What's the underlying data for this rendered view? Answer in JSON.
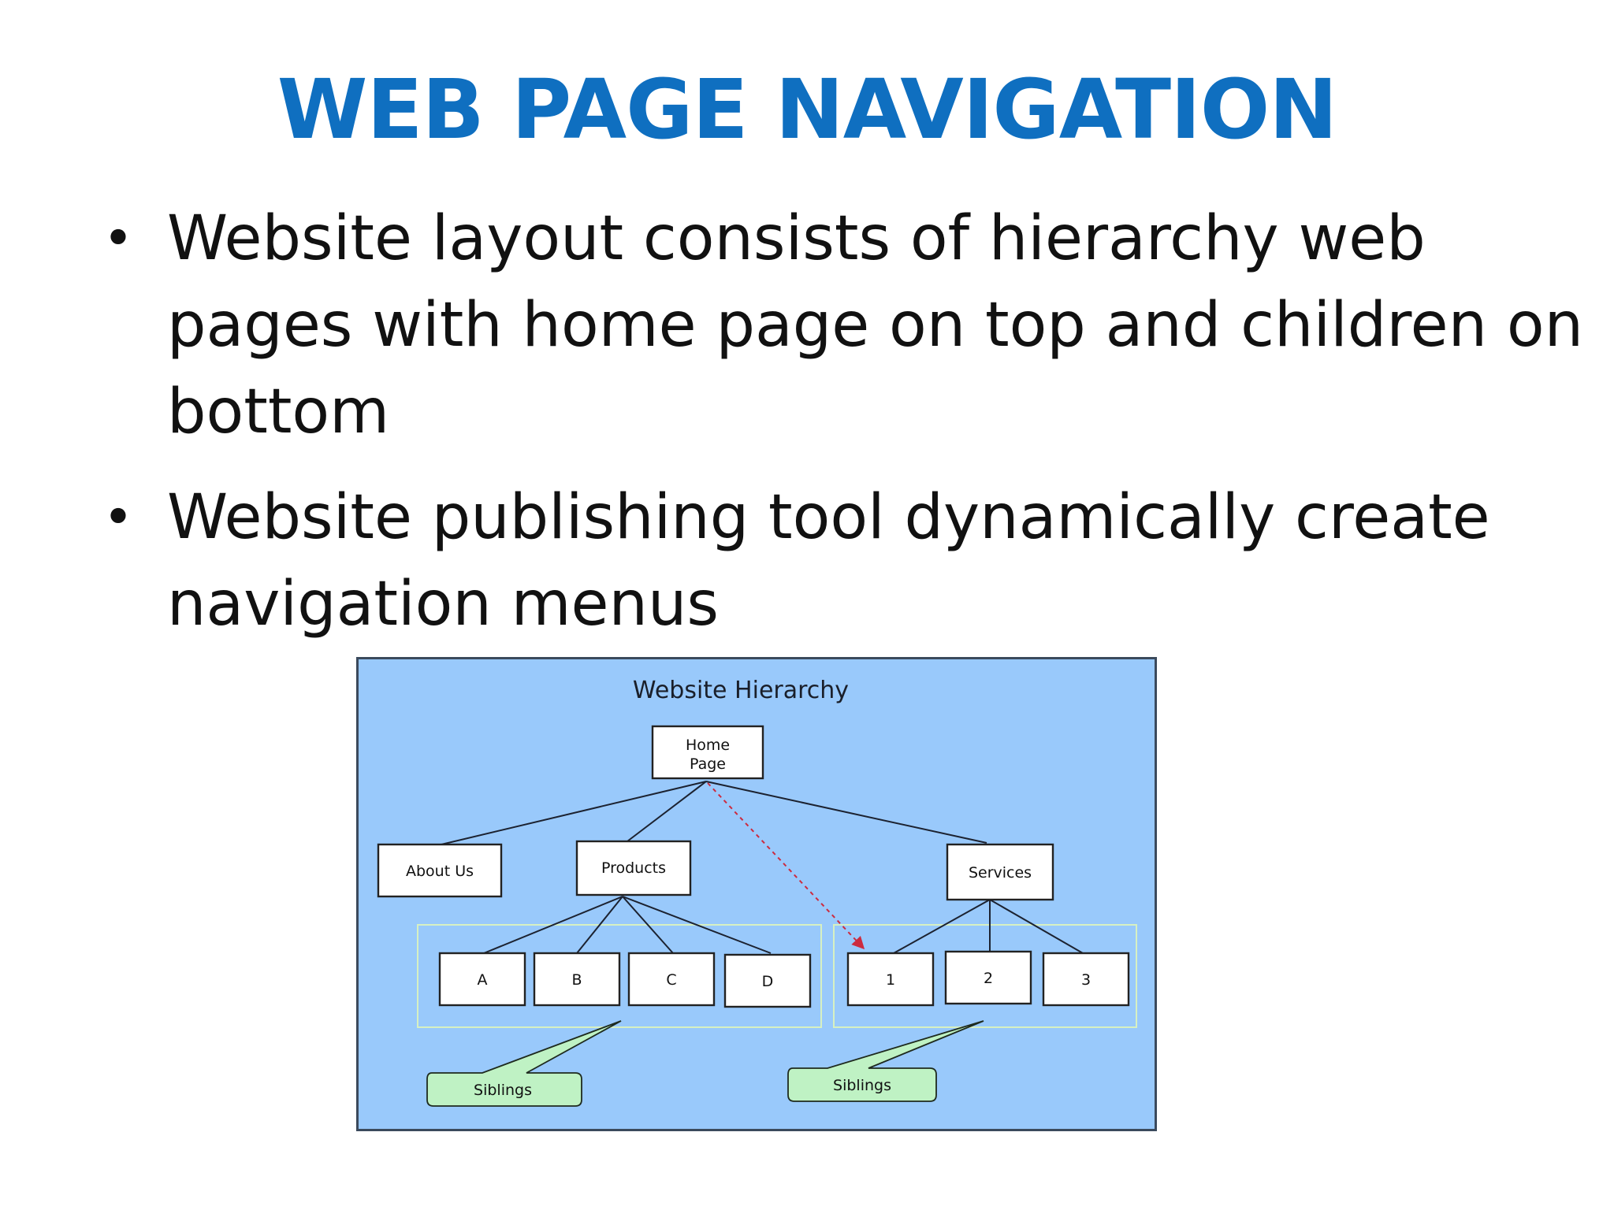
{
  "slide": {
    "title": "WEB PAGE NAVIGATION",
    "bullets": [
      "Website layout consists of  hierarchy web pages  with home page on top and children on bottom",
      "Website publishing tool dynamically create navigation menus"
    ]
  },
  "diagram": {
    "title": "Website Hierarchy",
    "root": {
      "line1": "Home",
      "line2": "Page"
    },
    "level1": [
      "About Us",
      "Products",
      "Services"
    ],
    "products_children": [
      "A",
      "B",
      "C",
      "D"
    ],
    "services_children": [
      "1",
      "2",
      "3"
    ],
    "callouts": [
      "Siblings",
      "Siblings"
    ],
    "colors": {
      "background": "#99c9fb",
      "border": "#3b4a5c",
      "node_fill": "#ffffff",
      "sibling_group_outline": "#d7f0c2",
      "callout_fill": "#bff2c4",
      "navigation_arrow": "#cc2b3f",
      "title_color": "#0f6fc0"
    }
  }
}
